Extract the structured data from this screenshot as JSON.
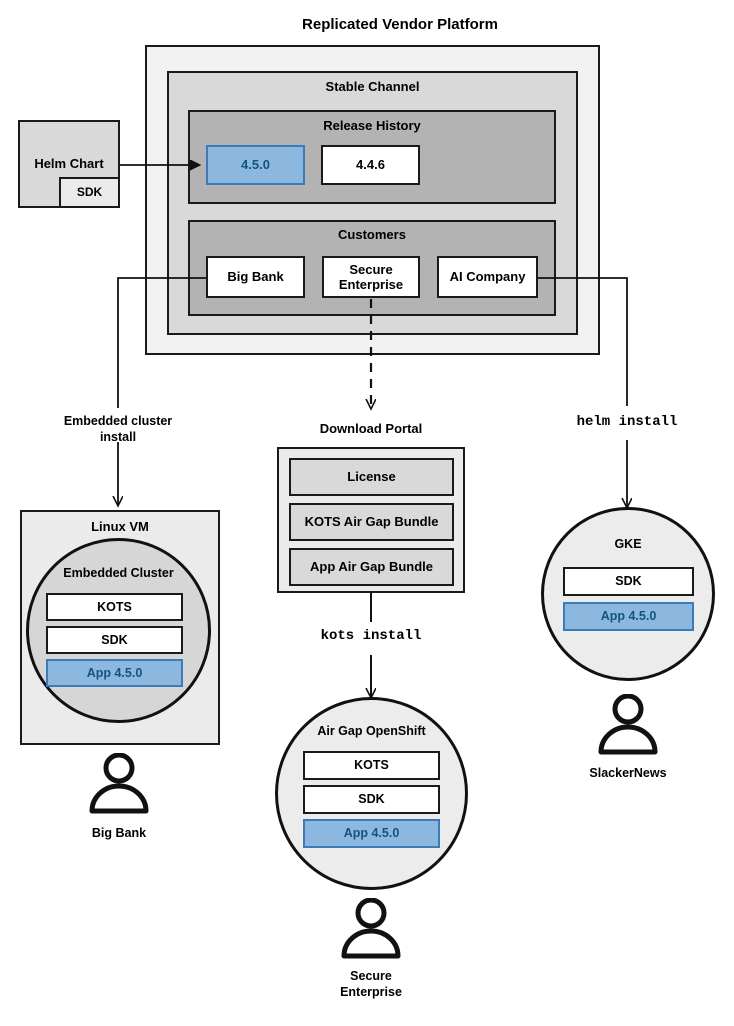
{
  "diagram": {
    "title": "Replicated Vendor Platform",
    "platform": {
      "stable_channel": {
        "label": "Stable Channel",
        "release_history": {
          "label": "Release History",
          "releases": [
            {
              "version": "4.5.0",
              "state": "current"
            },
            {
              "version": "4.4.6",
              "state": "previous"
            }
          ]
        },
        "customers": {
          "label": "Customers",
          "items": [
            {
              "name": "Big Bank"
            },
            {
              "name": "Secure\nEnterprise"
            },
            {
              "name": "AI Company"
            }
          ]
        }
      }
    },
    "source": {
      "helm_chart": {
        "label": "Helm Chart",
        "sdk_label": "SDK"
      }
    },
    "edge_labels": {
      "embedded_cluster_install": "Embedded cluster\ninstall",
      "kots_install": "kots install",
      "helm_install": "helm install"
    },
    "download_portal": {
      "label": "Download Portal",
      "artifacts": [
        {
          "name": "License"
        },
        {
          "name": "KOTS Air Gap Bundle"
        },
        {
          "name": "App Air Gap Bundle"
        }
      ]
    },
    "targets": [
      {
        "id": "linux-vm",
        "frame_label": "Linux VM",
        "cluster_label": "Embedded Cluster",
        "components": [
          {
            "name": "KOTS",
            "style": "white"
          },
          {
            "name": "SDK",
            "style": "white"
          },
          {
            "name": "App 4.5.0",
            "style": "blue"
          }
        ],
        "customer": "Big Bank"
      },
      {
        "id": "air-gap-openshift",
        "frame_label": "Air Gap OpenShift",
        "components": [
          {
            "name": "KOTS",
            "style": "white"
          },
          {
            "name": "SDK",
            "style": "white"
          },
          {
            "name": "App 4.5.0",
            "style": "blue"
          }
        ],
        "customer": "Secure\nEnterprise"
      },
      {
        "id": "gke",
        "frame_label": "GKE",
        "components": [
          {
            "name": "SDK",
            "style": "white"
          },
          {
            "name": "App 4.5.0",
            "style": "blue"
          }
        ],
        "customer": "SlackerNews"
      }
    ],
    "colors": {
      "accent_blue_fill": "#8cb8e0",
      "accent_blue_border": "#3b7cb8",
      "accent_blue_text": "#13547f",
      "outline": "#1a1a1a",
      "container_outer": "#f2f2f2",
      "container_mid": "#d9d9d9",
      "container_inner": "#b3b3b3"
    }
  }
}
